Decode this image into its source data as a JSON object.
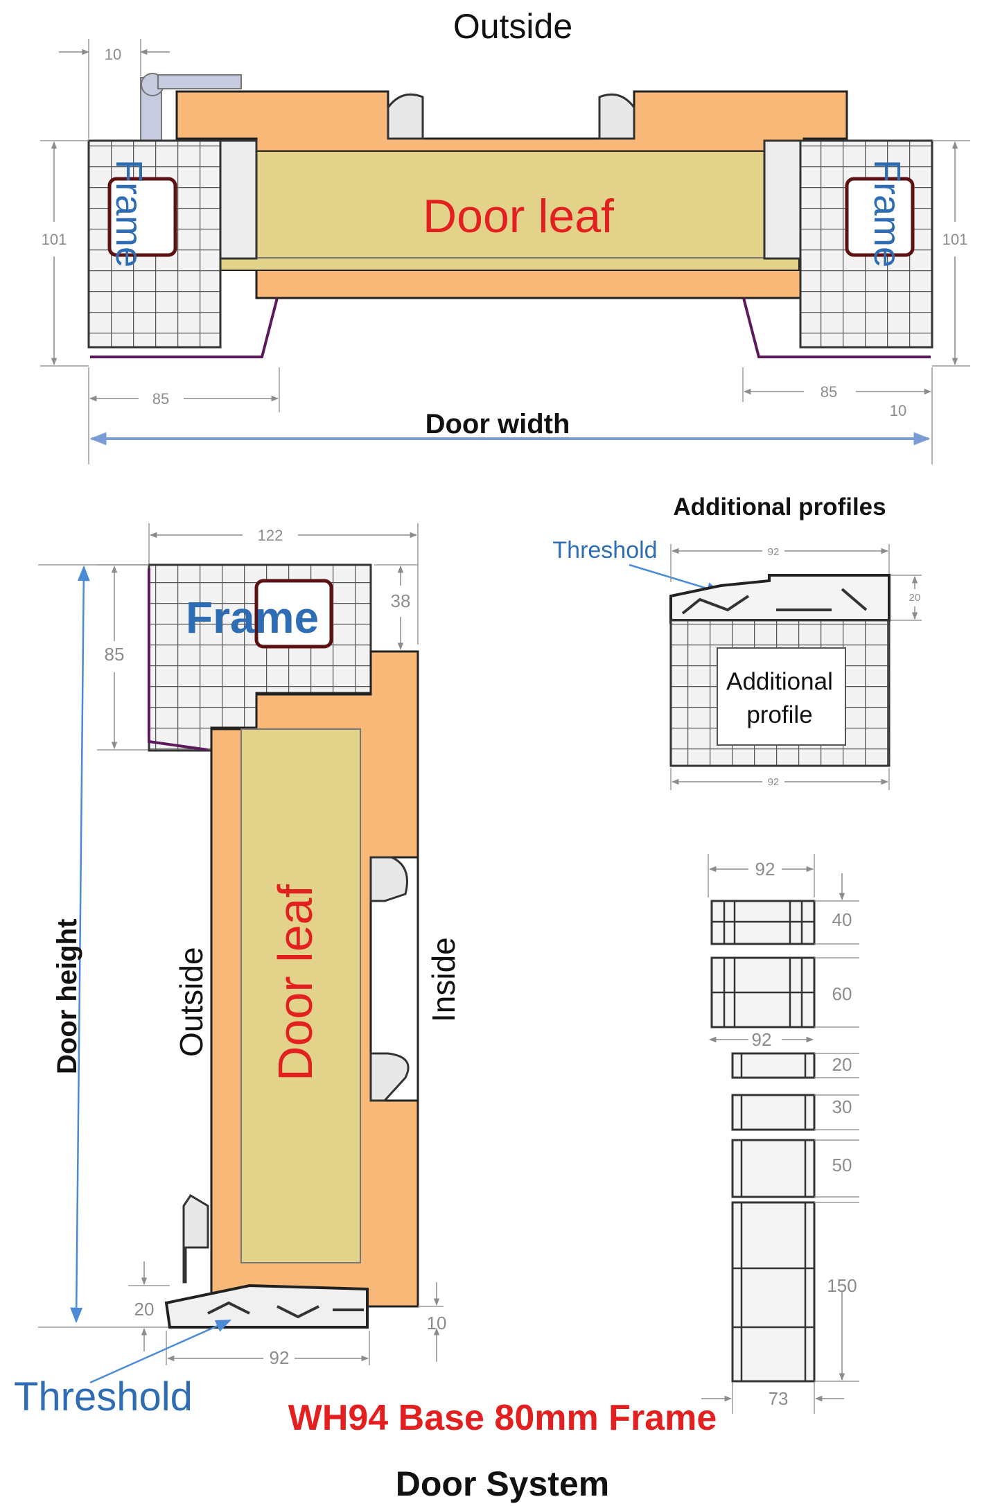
{
  "top_view": {
    "outside_label": "Outside",
    "door_leaf_label": "Door leaf",
    "frame_left_label": "Frame",
    "frame_right_label": "Frame",
    "dim_top_offset": "10",
    "dim_left_height": "101",
    "dim_right_height": "101",
    "dim_left_depth": "85",
    "dim_right_depth": "85",
    "dim_right_offset": "10",
    "door_width_label": "Door width"
  },
  "side_view": {
    "dim_frame_width": "122",
    "dim_frame_height": "85",
    "dim_top_step": "38",
    "frame_label": "Frame",
    "door_leaf_label": "Door leaf",
    "outside_label": "Outside",
    "inside_label": "Inside",
    "door_height_label": "Door height",
    "dim_threshold_height": "20",
    "dim_bottom_offset": "10",
    "dim_threshold_width": "92",
    "threshold_label": "Threshold"
  },
  "additional_profiles": {
    "title": "Additional profiles",
    "threshold_label": "Threshold",
    "dim_top_width": "92",
    "dim_top_height": "20",
    "profile_label_line1": "Additional",
    "profile_label_line2": "profile",
    "dim_bottom_width": "92"
  },
  "profile_stack": {
    "dim_top_width": "92",
    "dim_mid_width": "92",
    "dim_bottom_width": "73",
    "heights": [
      "40",
      "60",
      "20",
      "30",
      "50",
      "150"
    ]
  },
  "footer": {
    "product_title": "WH94 Base 80mm Frame",
    "subtitle": "Door System"
  },
  "colors": {
    "door_leaf_core": "#e3d38a",
    "door_leaf_edge": "#f8b878",
    "frame_fill": "#ececec",
    "reinforcement": "#5c1212",
    "dimension": "#8c8c8c",
    "label_blue": "#2e6db4",
    "label_red": "#e32020",
    "arrow_blue": "#4a8ad6",
    "width_arrow": "#7a9bd6",
    "hinge": "#c7cbe0"
  }
}
